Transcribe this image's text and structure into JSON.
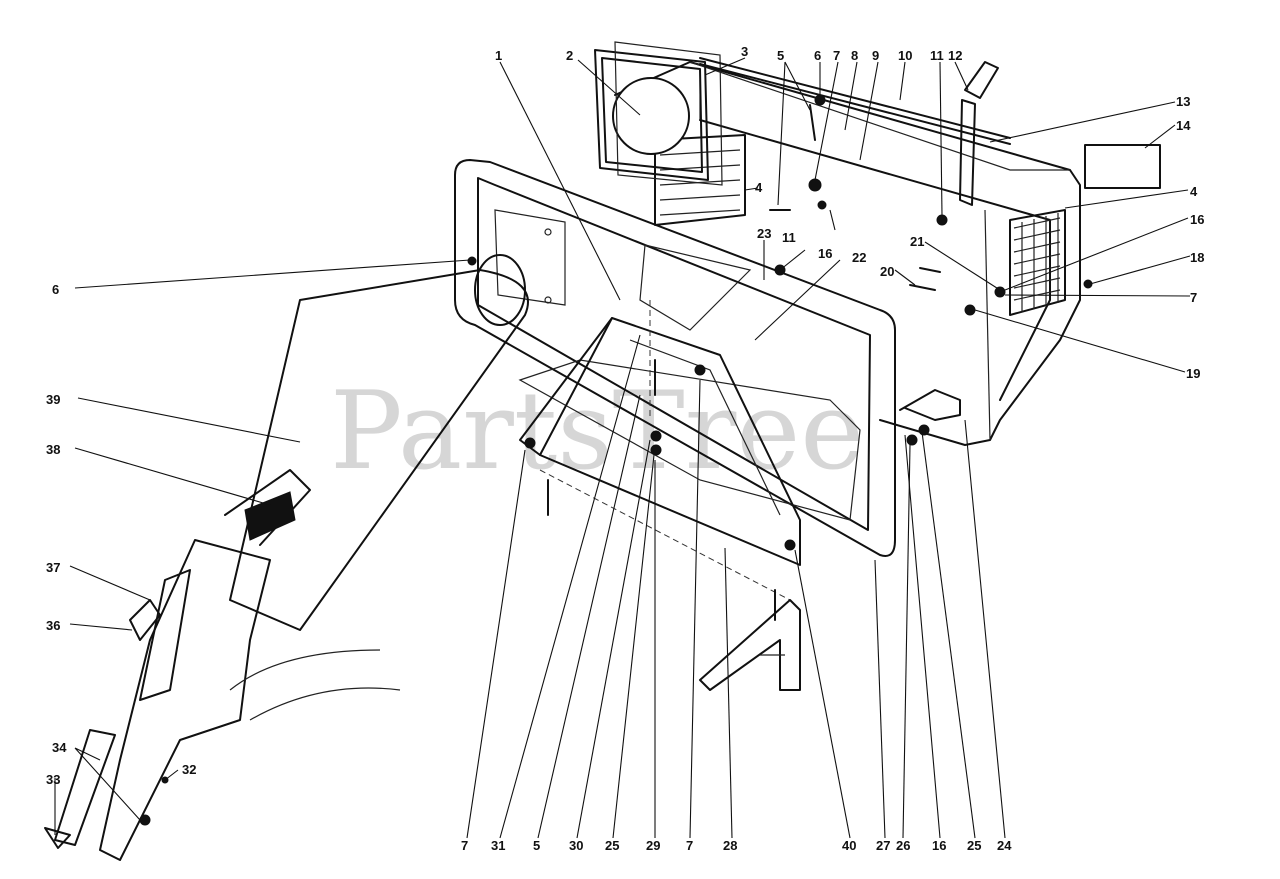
{
  "watermark": "PartsTree",
  "callouts": {
    "c1": "1",
    "c2": "2",
    "c3": "3",
    "c4a": "4",
    "c4b": "4",
    "c5a": "5",
    "c5b": "5",
    "c6a": "6",
    "c6b": "6",
    "c7a": "7",
    "c7b": "7",
    "c7c": "7",
    "c7d": "7",
    "c8": "8",
    "c9": "9",
    "c10": "10",
    "c11a": "11",
    "c11b": "11",
    "c12": "12",
    "c13": "13",
    "c14": "14",
    "c16a": "16",
    "c16b": "16",
    "c16c": "16",
    "c18": "18",
    "c19": "19",
    "c20": "20",
    "c21": "21",
    "c22": "22",
    "c23": "23",
    "c24": "24",
    "c25a": "25",
    "c25b": "25",
    "c26": "26",
    "c27": "27",
    "c28": "28",
    "c29": "29",
    "c30": "30",
    "c31": "31",
    "c32": "32",
    "c33": "33",
    "c34": "34",
    "c36": "36",
    "c37": "37",
    "c38": "38",
    "c39": "39",
    "c40": "40"
  }
}
